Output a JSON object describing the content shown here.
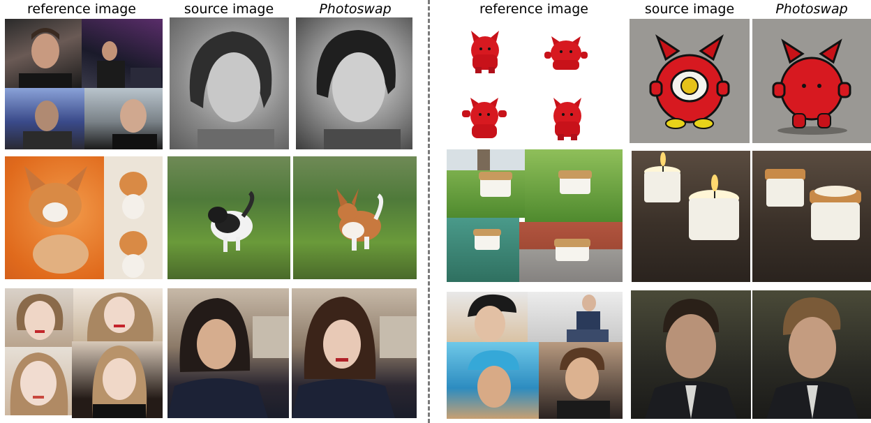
{
  "headers": {
    "left_reference": "reference image",
    "left_source": "source image",
    "left_photoswap": "Photoswap",
    "right_reference": "reference image",
    "right_source": "source image",
    "right_photoswap": "Photoswap"
  },
  "colors": {
    "divider": "#7a7a7a",
    "header_text": "#000000"
  }
}
